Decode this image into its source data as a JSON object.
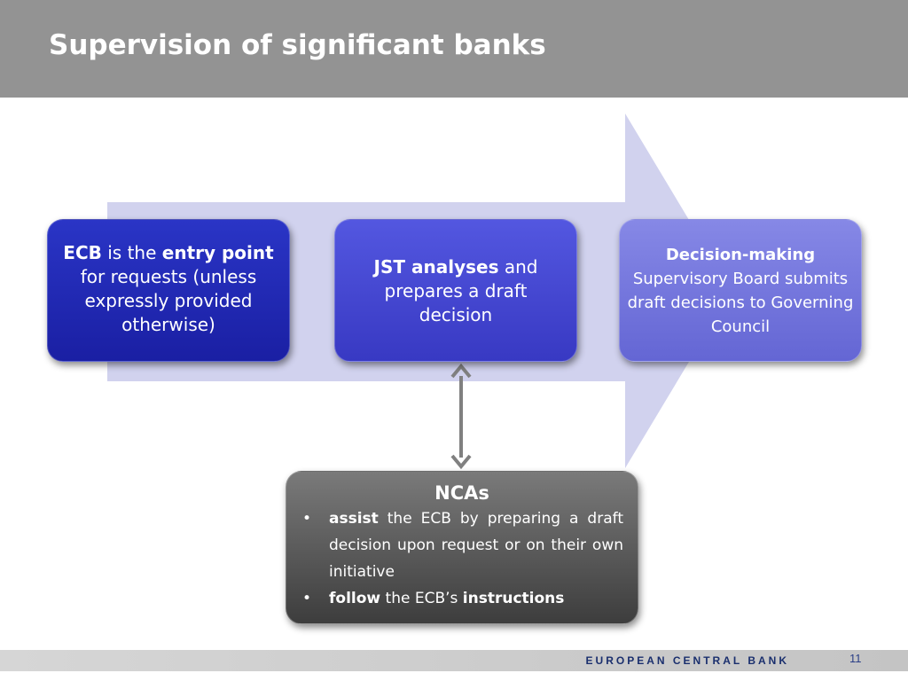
{
  "header": {
    "title": "Supervision of significant banks"
  },
  "steps": [
    {
      "part1": "ECB",
      "part2": " is the ",
      "part3": "entry point",
      "part4": " for requests (unless expressly provided otherwise)"
    },
    {
      "part1": "JST analyses",
      "part2": " and prepares a draft decision"
    },
    {
      "line1": "Decision-making",
      "line2": "Supervisory Board submits draft decisions to Governing Council"
    }
  ],
  "ncas": {
    "title": "NCAs",
    "bullet_char": "•",
    "bullet1": {
      "bold": "assist",
      "rest": " the ECB by preparing a draft decision upon request or on their own initiative"
    },
    "bullet2": {
      "bold1": "follow",
      "mid": " the ECB’s ",
      "bold2": "instructions"
    }
  },
  "footer": {
    "org": "EUROPEAN CENTRAL BANK",
    "page": "11"
  },
  "colors": {
    "header_bg": "#939393",
    "arrow_fill": "#d1d2ee",
    "box1": "#1a1fa3",
    "box2": "#3839c3",
    "box3": "#6466d4",
    "ncas_box": "#4a4a4a",
    "connector": "#808080",
    "footer_text": "#1a2f6e"
  }
}
